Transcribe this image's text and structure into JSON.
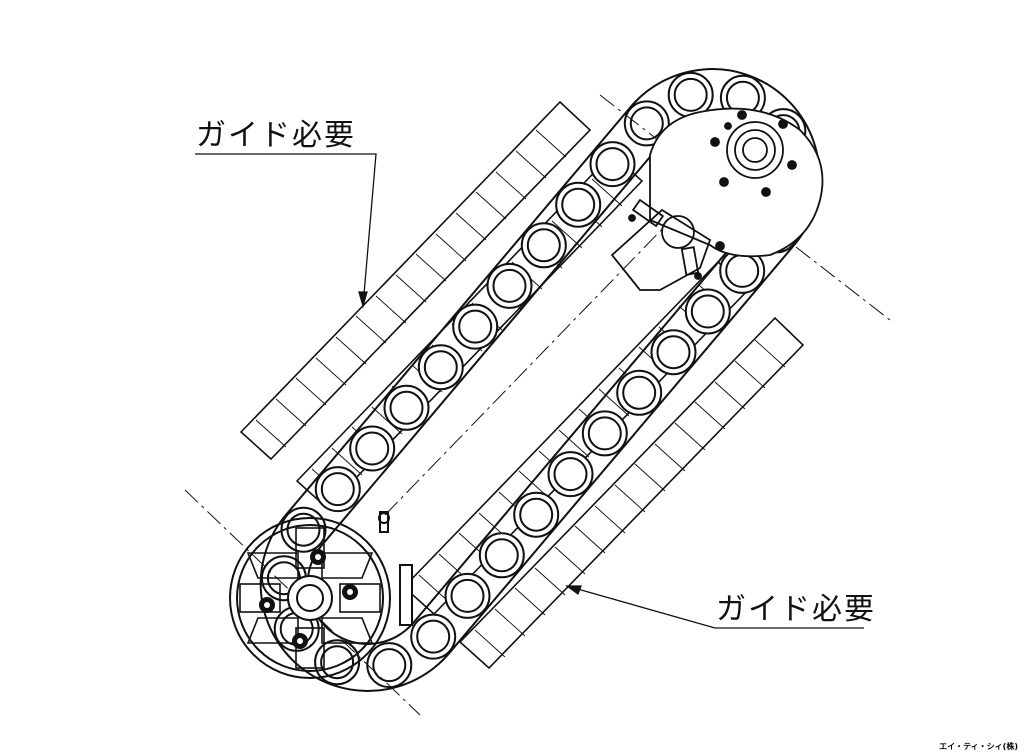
{
  "annotations": {
    "upper_note": "ガイド必要",
    "lower_note": "ガイド必要"
  },
  "company_stamp": "エイ・ティ・シィ(株)",
  "colors": {
    "line": "#111111",
    "background": "#ffffff"
  }
}
